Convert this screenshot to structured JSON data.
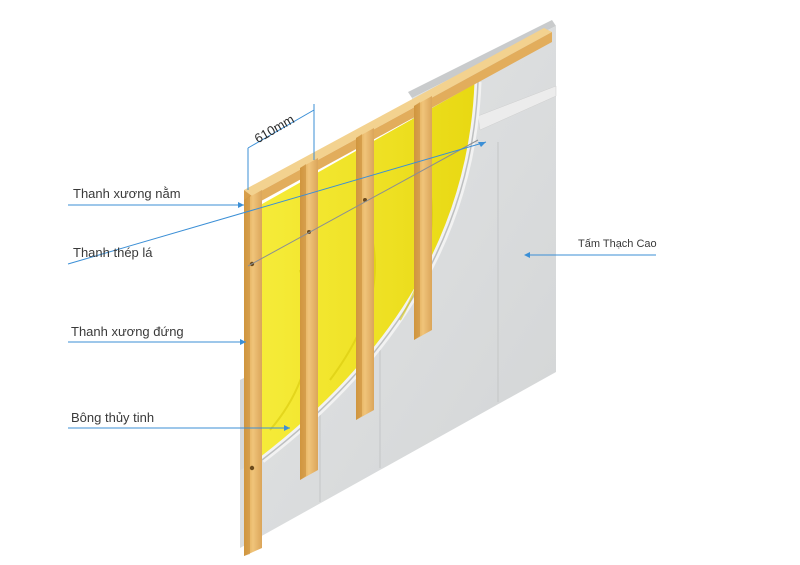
{
  "labels": {
    "top_plate": "Thanh xương nằm",
    "steel_strap": "Thanh thép lá",
    "stud": "Thanh xương đứng",
    "insulation": "Bông thủy tinh",
    "gypsum_board": "Tấm Thạch Cao"
  },
  "dimension": {
    "stud_spacing": "610mm"
  },
  "colors": {
    "leader_line": "#3b8fd6",
    "timber": "#e3b464",
    "insulation": "#f0e21e",
    "gypsum": "#dcdedf"
  }
}
